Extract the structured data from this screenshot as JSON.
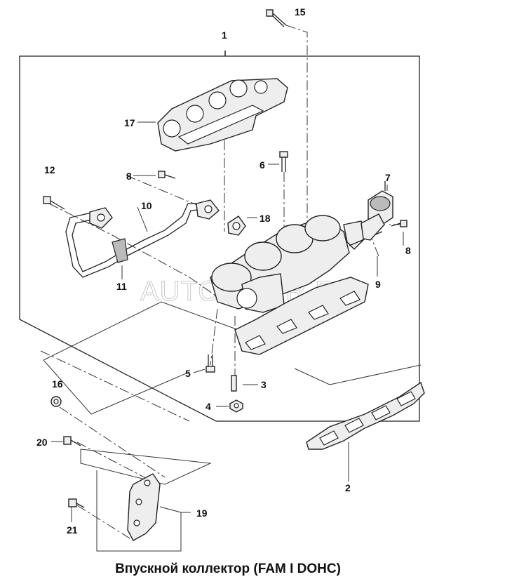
{
  "caption": "Впускной коллектор (FAM I DOHC)",
  "watermark": "AUTOPITER.RU",
  "callouts": {
    "c1": "1",
    "c2": "2",
    "c3": "3",
    "c4": "4",
    "c5": "5",
    "c6": "6",
    "c7": "7",
    "c8a": "8",
    "c8b": "8",
    "c9": "9",
    "c10": "10",
    "c11": "11",
    "c12": "12",
    "c15": "15",
    "c16": "16",
    "c17": "17",
    "c18": "18",
    "c19": "19",
    "c20": "20",
    "c21": "21"
  }
}
